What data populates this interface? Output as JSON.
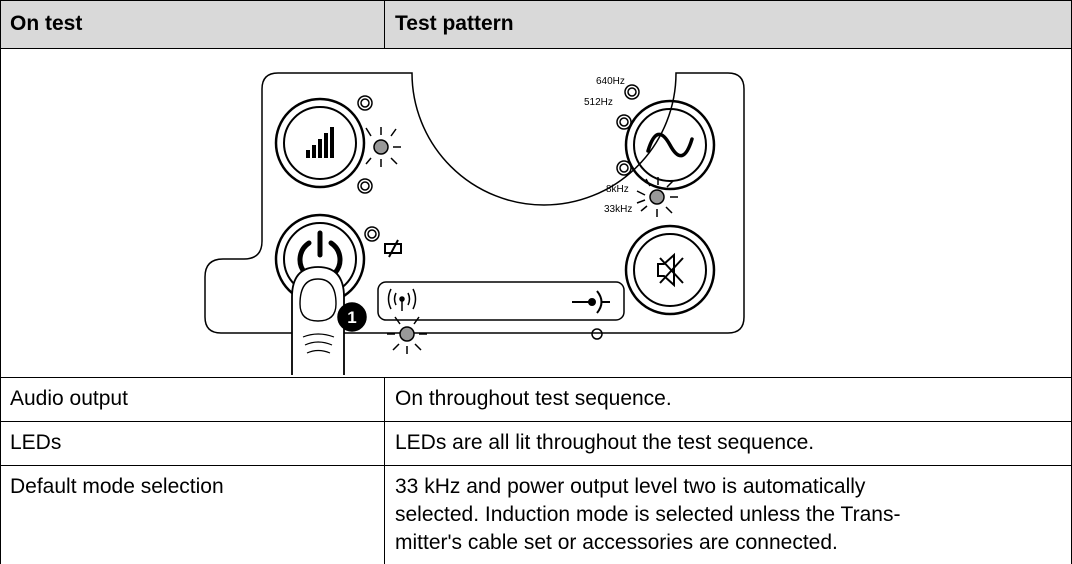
{
  "header": {
    "col1": "On test",
    "col2": "Test pattern"
  },
  "panel": {
    "freq_640": "640Hz",
    "freq_512": "512Hz",
    "freq_8k": "8kHz",
    "freq_33k": "33kHz",
    "callout_number": "1"
  },
  "rows": [
    {
      "label": "Audio output",
      "value": "On throughout test sequence."
    },
    {
      "label": "LEDs",
      "value": "LEDs are all lit throughout the test sequence."
    },
    {
      "label": "Default mode selection",
      "value_lines": [
        "33 kHz and power output level two is automatically",
        "selected. Induction mode is selected unless the Trans-",
        "mitter's cable set or accessories are connected."
      ]
    }
  ]
}
